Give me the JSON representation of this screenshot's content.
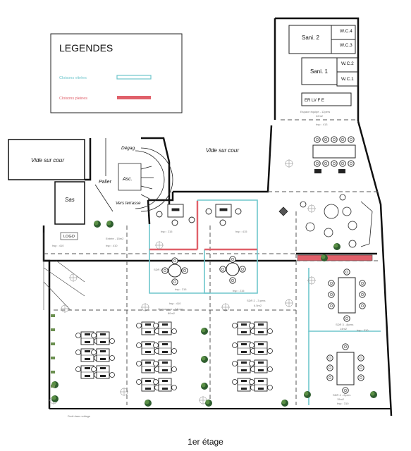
{
  "legend": {
    "title": "LEGENDES",
    "glazed_label": "Cloisons vitrées",
    "solid_label": "Cloisons pleines",
    "glazed_color": "#6ec6cc",
    "solid_color": "#e0606a"
  },
  "rooms": {
    "sani2": "Sani. 2",
    "sani1": "Sani. 1",
    "wc4": "W.C.4",
    "wc3": "W.C.3",
    "wc2": "W.C.2",
    "wc1": "W.C.1",
    "vide1": "Vide sur cour",
    "vide2": "Vide sur cour",
    "sas": "Sas",
    "palier": "Palier",
    "asc": "Asc.",
    "degagement": "Dégag.",
    "vers_terrasse": "Vers terrasse",
    "logo": "LOGO",
    "entree": "Entrée - 15m2",
    "espace_equipe": "Espace équipe - 12pers",
    "espace_equipe_area": "22m2",
    "openspace": "Openspace - 24pers",
    "openspace_area": "80m2",
    "sdr1": "SDR 1 - 3 pers",
    "sdr2": "SDR 2 - 3 pers",
    "sdr2_area": "6.5m2",
    "sdr3": "SDR 3 - 8pers",
    "sdr3_area": "14m2",
    "sdr4": "SDR 4 - 8pers",
    "sdr4_area": "15m2",
    "bottom_note": "Droit dans vollage",
    "kitchen_letters": "ER  LV  F E"
  },
  "heights": {
    "h410": "hsp : 410",
    "h415": "hsp : 415",
    "h310": "hsp : 310",
    "h215": "hsp : 215",
    "h413": "hsp : 413"
  },
  "caption": "1er étage"
}
